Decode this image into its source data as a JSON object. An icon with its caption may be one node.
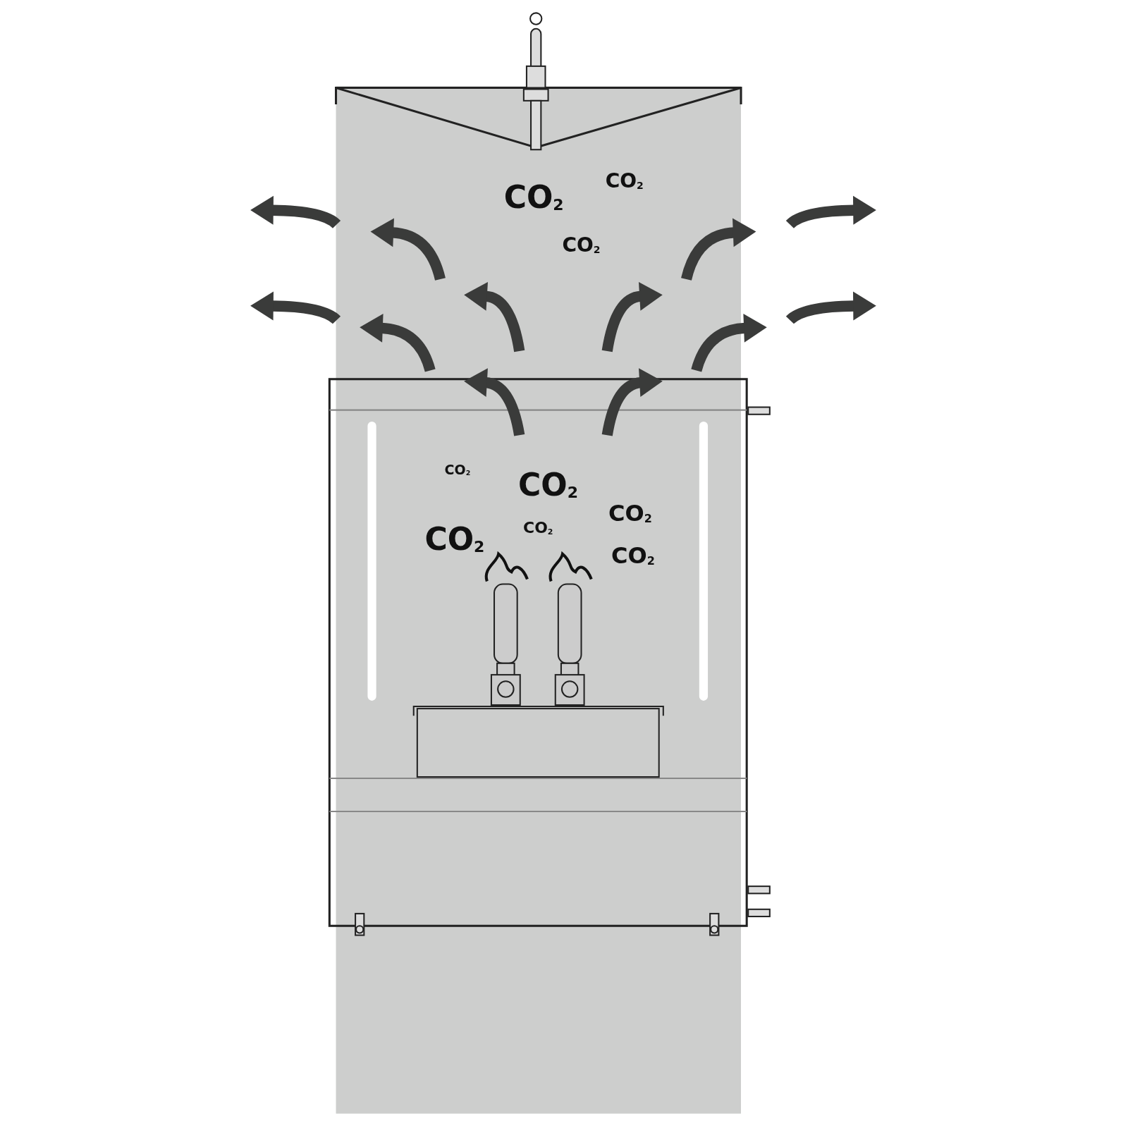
{
  "diagram": {
    "labels": [
      "CO$_{2}$",
      "CO$_{2}$",
      "CO$_{2}$",
      "CO$_{2}$",
      "CO$_{2}$",
      "CO$_{2}$",
      "CO$_{2}$",
      "CO$_{2}$",
      "CO$_{2}$"
    ]
  }
}
